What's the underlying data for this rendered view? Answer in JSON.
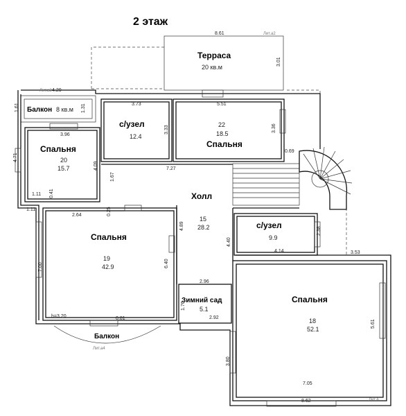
{
  "title": "2 этаж",
  "rooms": [
    {
      "id": "terrace",
      "name": "Терраса",
      "area_text": "20 кв.м"
    },
    {
      "id": "balcony_top",
      "name": "Балкон",
      "area_text": "8 кв.м"
    },
    {
      "id": "wc_top",
      "name": "с/узел",
      "number": "",
      "area": "12.4"
    },
    {
      "id": "bed22",
      "name": "Спальня",
      "number": "22",
      "area": "18.5"
    },
    {
      "id": "bed20",
      "name": "Спальня",
      "number": "20",
      "area": "15.7"
    },
    {
      "id": "hall",
      "name": "Холл",
      "number": "15",
      "area": "28.2"
    },
    {
      "id": "wc_mid",
      "name": "с/узел",
      "number": "",
      "area": "9.9"
    },
    {
      "id": "bed19",
      "name": "Спальня",
      "number": "19",
      "area": "42.9"
    },
    {
      "id": "garden",
      "name": "Зимний сад",
      "number": "",
      "area": "5.1"
    },
    {
      "id": "bed18",
      "name": "Спальня",
      "number": "18",
      "area": "52.1"
    },
    {
      "id": "balcony_bottom",
      "name": "Балкон"
    }
  ],
  "dims": {
    "d861": "8.61",
    "d301": "3.01",
    "d420": "4.20",
    "d161": "1.61",
    "d131": "1.31",
    "d396": "3.96",
    "d373": "3.73",
    "d551": "5.51",
    "d333": "3.33",
    "d336": "3.36",
    "d069": "0.69",
    "d471": "4.71",
    "d409": "4.09",
    "d727": "7.27",
    "d167": "1.67",
    "d111a": "1.11",
    "d041": "0.41",
    "d111b": "1.11",
    "d264": "2.64",
    "d025": "0.25",
    "d489": "4.89",
    "d440": "4.40",
    "d238": "2.38",
    "d414": "4.14",
    "d353": "3.53",
    "d700": "7.00",
    "d640": "6.40",
    "d296": "2.96",
    "d176": "1.76",
    "d292": "2.92",
    "d320": "h=3.20",
    "d081": "0.81",
    "d561": "5.61",
    "d380": "3.80",
    "d705": "7.05",
    "d862": "8.62"
  },
  "sheet_refs": {
    "r2": "Лит.а2",
    "r3": "Лит.а3",
    "r4": "Лит.а4",
    "rA": "Лит.А"
  }
}
